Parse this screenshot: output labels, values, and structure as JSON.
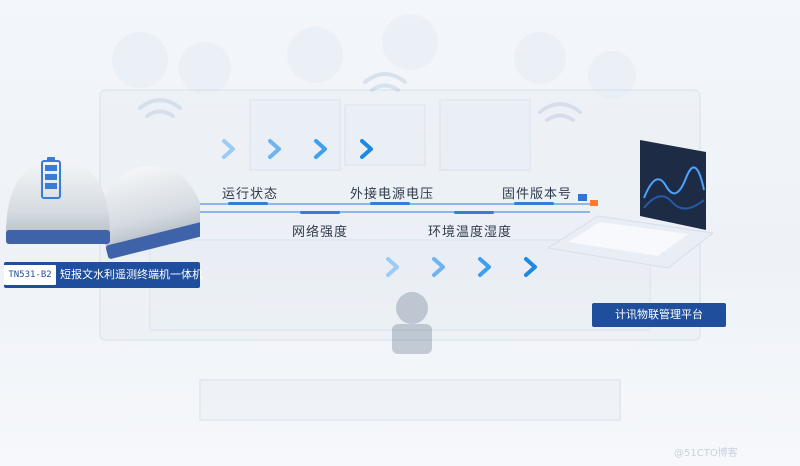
{
  "device": {
    "model": "TN531-B2",
    "name": "短报文水利遥测终端机一体机"
  },
  "platform": {
    "name": "计讯物联管理平台"
  },
  "params": {
    "top": [
      "运行状态",
      "外接电源电压",
      "固件版本号"
    ],
    "bottom": [
      "网络强度",
      "环境温度湿度"
    ]
  },
  "icons": [
    "battery-icon",
    "wifi-icon",
    "chevron-right-icon",
    "monitor-chart-icon"
  ],
  "colors": {
    "accent": "#1f4e9c",
    "flow": "#3a7bd5",
    "chevron": "#3fa0ef"
  },
  "watermark": "@51CTO博客"
}
